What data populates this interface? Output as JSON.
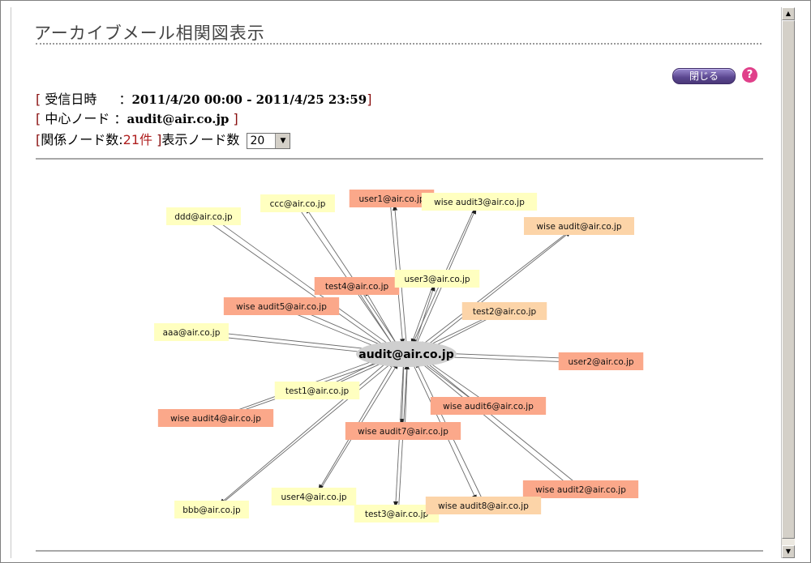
{
  "page": {
    "title": "アーカイブメール相関図表示"
  },
  "toolbar": {
    "close_label": "閉じる",
    "help_label": "?"
  },
  "info": {
    "received_label": "受信日時",
    "received_sep": "：",
    "received_value": "2011/4/20 00:00 - 2011/4/25 23:59",
    "center_label": "中心ノード",
    "center_sep": "：",
    "center_value": "audit@air.co.jp",
    "related_label": "関係ノード数:",
    "related_count": "21件",
    "display_label": "表示ノード数",
    "display_value": "20"
  },
  "graph": {
    "center": "audit@air.co.jp",
    "nodes": [
      {
        "label": "ddd@air.co.jp",
        "tone": "yellow"
      },
      {
        "label": "ccc@air.co.jp",
        "tone": "yellow"
      },
      {
        "label": "user1@air.co.jp",
        "tone": "salmon"
      },
      {
        "label": "wise audit3@air.co.jp",
        "tone": "yellow"
      },
      {
        "label": "wise audit@air.co.jp",
        "tone": "peach"
      },
      {
        "label": "test4@air.co.jp",
        "tone": "salmon"
      },
      {
        "label": "user3@air.co.jp",
        "tone": "yellow"
      },
      {
        "label": "wise audit5@air.co.jp",
        "tone": "salmon"
      },
      {
        "label": "test2@air.co.jp",
        "tone": "peach"
      },
      {
        "label": "aaa@air.co.jp",
        "tone": "yellow"
      },
      {
        "label": "user2@air.co.jp",
        "tone": "salmon"
      },
      {
        "label": "test1@air.co.jp",
        "tone": "yellow"
      },
      {
        "label": "wise audit4@air.co.jp",
        "tone": "salmon"
      },
      {
        "label": "wise audit6@air.co.jp",
        "tone": "salmon"
      },
      {
        "label": "wise audit7@air.co.jp",
        "tone": "salmon"
      },
      {
        "label": "wise audit2@air.co.jp",
        "tone": "salmon"
      },
      {
        "label": "user4@air.co.jp",
        "tone": "yellow"
      },
      {
        "label": "bbb@air.co.jp",
        "tone": "yellow"
      },
      {
        "label": "test3@air.co.jp",
        "tone": "yellow"
      },
      {
        "label": "wise audit8@air.co.jp",
        "tone": "peach"
      }
    ],
    "tone_colors": {
      "yellow": "#ffffc0",
      "peach": "#fcd4a8",
      "salmon": "#fba88a",
      "center": "#cfcfcf"
    }
  }
}
